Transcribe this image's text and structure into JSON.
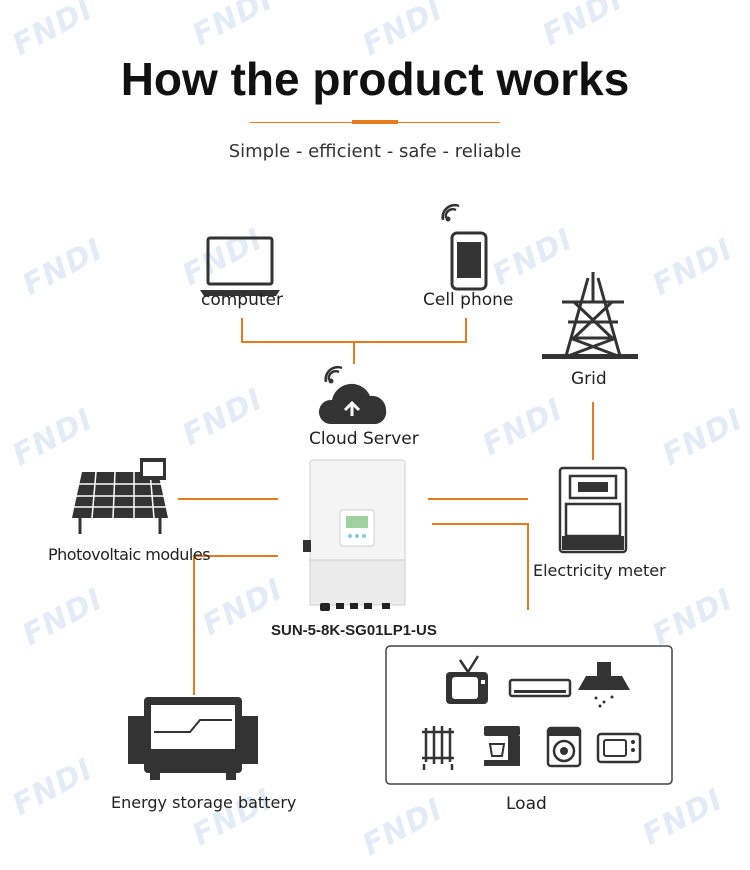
{
  "header": {
    "title": "How the product works",
    "subtitle": "Simple - efficient - safe - reliable"
  },
  "watermark": {
    "text": "FNDI"
  },
  "nodes": {
    "computer": "computer",
    "cell_phone": "Cell phone",
    "grid": "Grid",
    "cloud_server": "Cloud Server",
    "pv_modules": "Photovoltaic modules",
    "electricity_meter": "Electricity meter",
    "inverter_model": "SUN-5-8K-SG01LP1-US",
    "battery": "Energy storage battery",
    "load": "Load"
  },
  "colors": {
    "accent": "#e87a1e",
    "icon": "#333333",
    "watermark": "#e3ecf6"
  },
  "load_icons": [
    "tv-icon",
    "air-conditioner-icon",
    "range-hood-icon",
    "heater-icon",
    "coffee-machine-icon",
    "washing-machine-icon",
    "microwave-icon"
  ]
}
